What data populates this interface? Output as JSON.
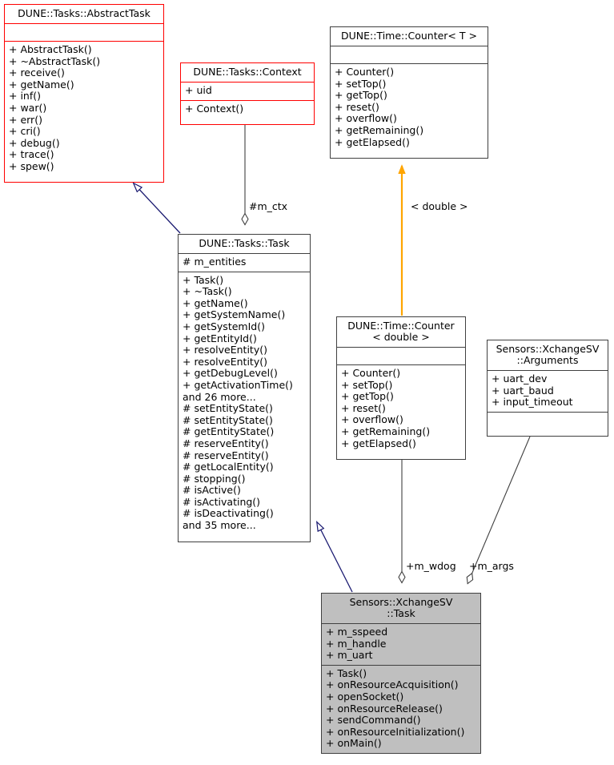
{
  "diagram": {
    "kind": "uml-class-diagram",
    "colors": {
      "inheritance": "#191970",
      "template_binding": "#ffa500",
      "aggregation": "#404040",
      "highlight_fill": "#bfbfbf",
      "red_border": "#ff0000",
      "dark_border": "#404040"
    }
  },
  "classes": {
    "abstract_task": {
      "name": "DUNE::Tasks::AbstractTask",
      "attributes": [],
      "methods": [
        "+ AbstractTask()",
        "+ ~AbstractTask()",
        "+ receive()",
        "+ getName()",
        "+ inf()",
        "+ war()",
        "+ err()",
        "+ cri()",
        "+ debug()",
        "+ trace()",
        "+ spew()"
      ]
    },
    "context": {
      "name": "DUNE::Tasks::Context",
      "attributes": [
        "+ uid"
      ],
      "methods": [
        "+ Context()"
      ]
    },
    "counter_t": {
      "name": "DUNE::Time::Counter< T >",
      "attributes": [],
      "methods": [
        "+ Counter()",
        "+ setTop()",
        "+ getTop()",
        "+ reset()",
        "+ overflow()",
        "+ getRemaining()",
        "+ getElapsed()"
      ]
    },
    "task": {
      "name": "DUNE::Tasks::Task",
      "attributes": [
        "# m_entities"
      ],
      "methods": [
        "+ Task()",
        "+ ~Task()",
        "+ getName()",
        "+ getSystemName()",
        "+ getSystemId()",
        "+ getEntityId()",
        "+ resolveEntity()",
        "+ resolveEntity()",
        "+ getDebugLevel()",
        "+ getActivationTime()",
        "and 26 more...",
        "# setEntityState()",
        "# setEntityState()",
        "# getEntityState()",
        "# reserveEntity()",
        "# reserveEntity()",
        "# getLocalEntity()",
        "# stopping()",
        "# isActive()",
        "# isActivating()",
        "# isDeactivating()",
        "and 35 more..."
      ]
    },
    "counter_double": {
      "name": "DUNE::Time::Counter\n< double >",
      "attributes": [],
      "methods": [
        "+ Counter()",
        "+ setTop()",
        "+ getTop()",
        "+ reset()",
        "+ overflow()",
        "+ getRemaining()",
        "+ getElapsed()"
      ]
    },
    "arguments": {
      "name": "Sensors::XchangeSV\n::Arguments",
      "attributes": [
        "+ uart_dev",
        "+ uart_baud",
        "+ input_timeout"
      ],
      "methods": []
    },
    "xchangesv_task": {
      "name": "Sensors::XchangeSV\n::Task",
      "attributes": [
        "+ m_sspeed",
        "+ m_handle",
        "+ m_uart"
      ],
      "methods": [
        "+ Task()",
        "+ onResourceAcquisition()",
        "+ openSocket()",
        "+ onResourceRelease()",
        "+ sendCommand()",
        "+ onResourceInitialization()",
        "+ onMain()"
      ]
    }
  },
  "edges": {
    "m_ctx": "#m_ctx",
    "template_double": "< double >",
    "m_wdog": "+m_wdog",
    "m_args": "+m_args"
  }
}
